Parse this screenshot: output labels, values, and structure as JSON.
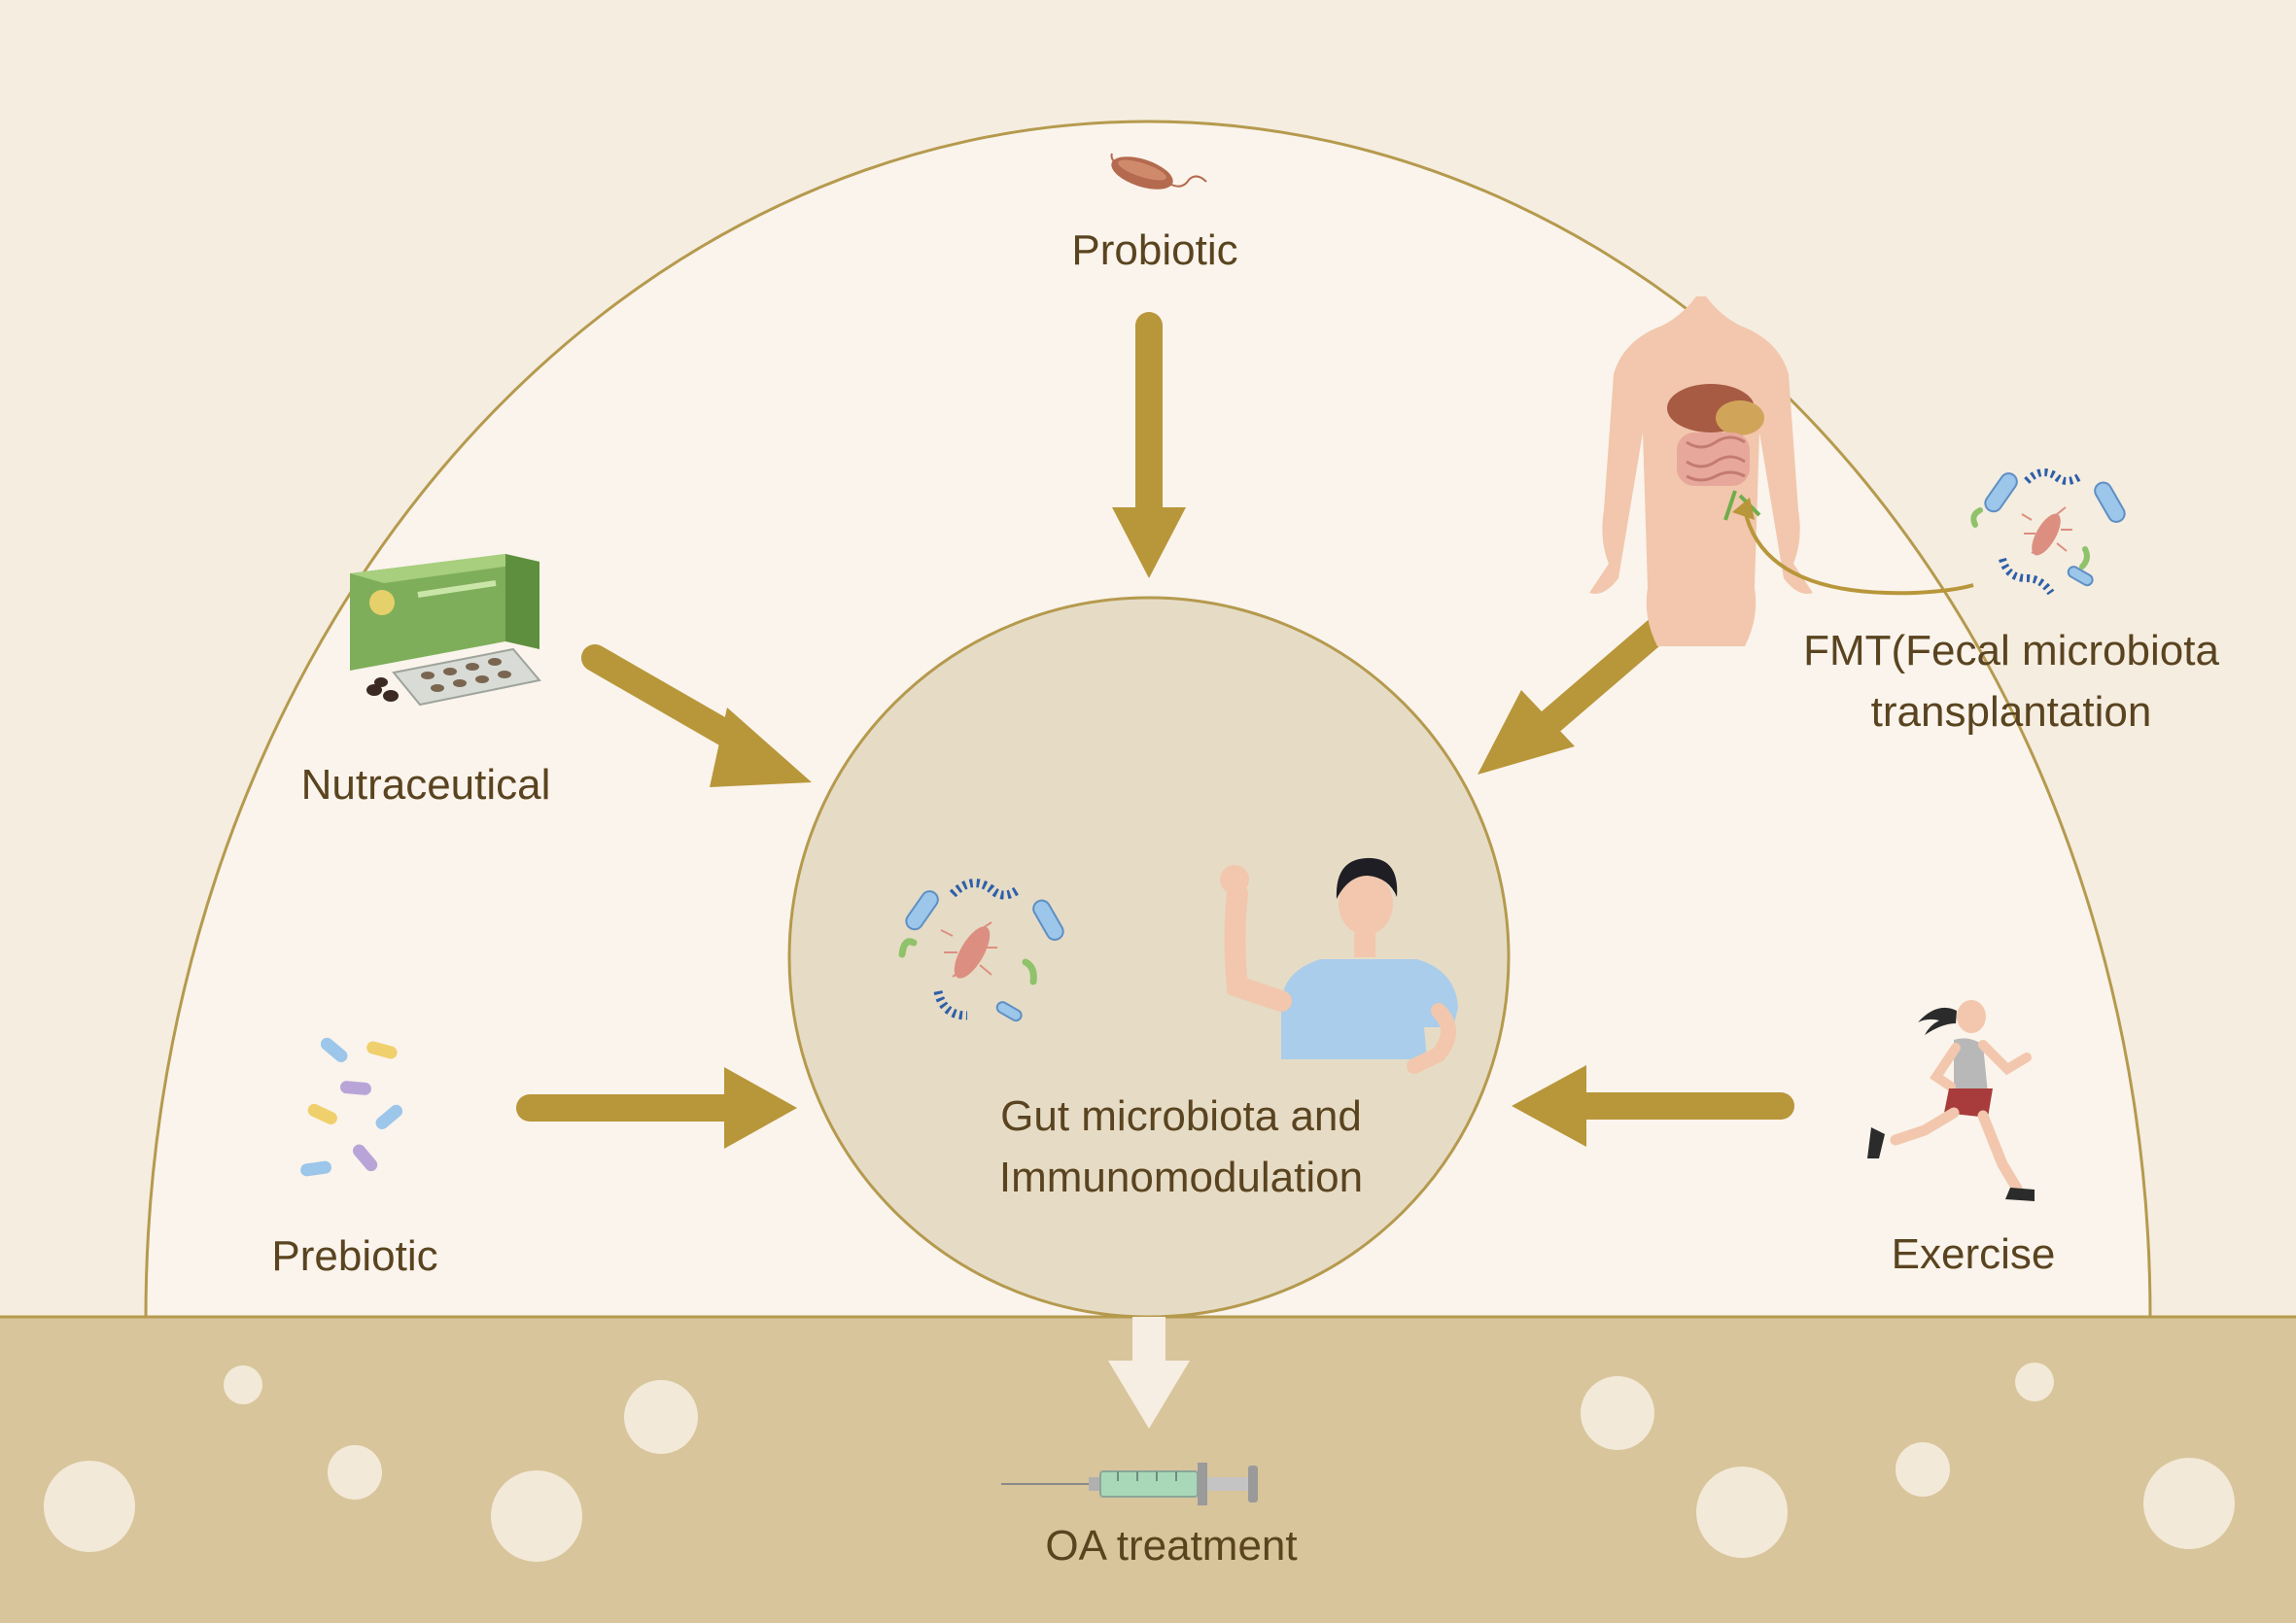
{
  "colors": {
    "background": "#f5ede0",
    "dome": "#faf4ec",
    "dome_outline": "#b59a4e",
    "center_circle": "#e6dcc6",
    "arrow": "#b8963a",
    "ground": "#d8c59b",
    "bubble": "#f3e9d8",
    "label_text": "#5a4420"
  },
  "labels": {
    "probiotic": "Probiotic",
    "nutraceutical": "Nutraceutical",
    "prebiotic": "Prebiotic",
    "fmt_line1": "FMT(Fecal microbiota",
    "fmt_line2": "transplantation",
    "exercise": "Exercise",
    "center_line1": "Gut microbiota and",
    "center_line2": "Immunomodulation",
    "outcome": "OA treatment"
  },
  "icons": {
    "probiotic": "bacterium-icon",
    "nutraceutical": "supplement-box-icon",
    "prebiotic": "pill-capsules-icon",
    "fmt": "human-torso-digestive-icon",
    "fmt_microbes": "microbiota-cluster-icon",
    "exercise": "runner-icon",
    "center_microbes": "microbiota-cluster-icon",
    "center_person": "strong-man-icon",
    "outcome": "syringe-icon"
  }
}
